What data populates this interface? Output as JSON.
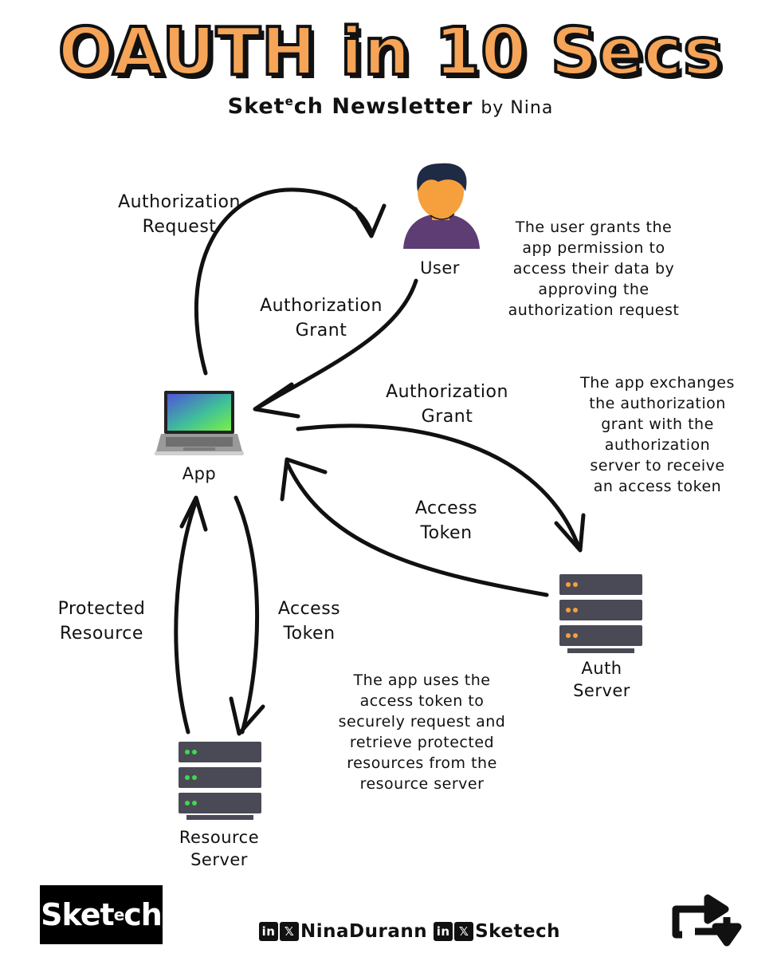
{
  "header": {
    "title": "OAUTH in 10 Secs",
    "subtitle_pre": "Sket",
    "subtitle_sup": "e",
    "subtitle_post": "ch Newsletter",
    "subtitle_by": "by Nina"
  },
  "nodes": {
    "user": "User",
    "app": "App",
    "auth_server_line1": "Auth",
    "auth_server_line2": "Server",
    "resource_server_line1": "Resource",
    "resource_server_line2": "Server"
  },
  "arrows": {
    "auth_request_1": "Authorization",
    "auth_request_2": "Request",
    "grant_user_1": "Authorization",
    "grant_user_2": "Grant",
    "grant_server_1": "Authorization",
    "grant_server_2": "Grant",
    "token_server_1": "Access",
    "token_server_2": "Token",
    "protected_1": "Protected",
    "protected_2": "Resource",
    "token_resource_1": "Access",
    "token_resource_2": "Token"
  },
  "descriptions": {
    "user": [
      "The user grants the",
      "app permission to",
      "access their data by",
      "approving the",
      "authorization request"
    ],
    "auth_server": [
      "The app exchanges",
      "the authorization",
      "grant with the",
      "authorization",
      "server to receive",
      "an access token"
    ],
    "resource": [
      "The app uses the",
      "access token to",
      "securely request and",
      "retrieve protected",
      "resources from the",
      "resource server"
    ]
  },
  "footer": {
    "brand_pre": "Sket",
    "brand_sup": "e",
    "brand_post": "ch",
    "handle1": "NinaDurann",
    "handle2": "Sketech",
    "in_icon": "in",
    "x_icon": "𝕏"
  },
  "colors": {
    "title_fill": "#f5a458",
    "skin": "#f5a03c",
    "hair": "#1f2a44",
    "shirt": "#5d3d73",
    "server": "#4a4a56",
    "led_orange": "#f5a03c",
    "led_green": "#3fd94a"
  }
}
